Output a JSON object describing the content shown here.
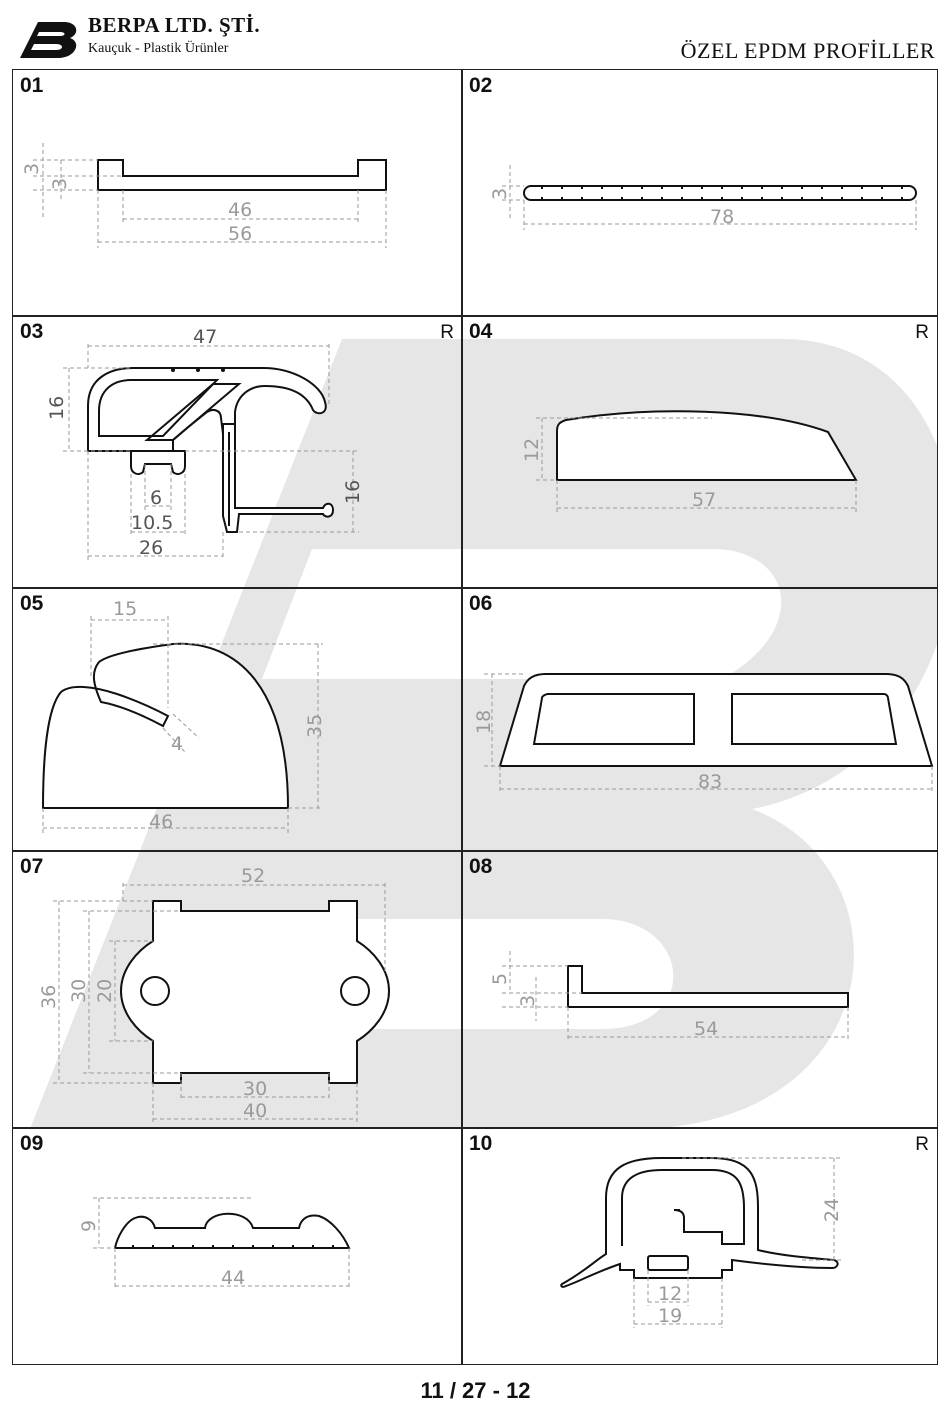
{
  "header": {
    "company_name": "BERPA LTD. ŞTİ.",
    "company_subtitle": "Kauçuk - Plastik Ürünler",
    "catalog_title": "ÖZEL EPDM PROFİLLER"
  },
  "profiles": [
    {
      "number": "01",
      "registered": "",
      "dims": [
        "3",
        "3",
        "46",
        "56"
      ]
    },
    {
      "number": "02",
      "registered": "",
      "dims": [
        "3",
        "78"
      ]
    },
    {
      "number": "03",
      "registered": "R",
      "dims": [
        "47",
        "16",
        "16",
        "6",
        "10.5",
        "26"
      ]
    },
    {
      "number": "04",
      "registered": "R",
      "dims": [
        "12",
        "57"
      ]
    },
    {
      "number": "05",
      "registered": "",
      "dims": [
        "15",
        "35",
        "4",
        "46"
      ]
    },
    {
      "number": "06",
      "registered": "",
      "dims": [
        "18",
        "83"
      ]
    },
    {
      "number": "07",
      "registered": "",
      "dims": [
        "52",
        "36",
        "30",
        "20",
        "30",
        "40"
      ]
    },
    {
      "number": "08",
      "registered": "",
      "dims": [
        "5",
        "3",
        "54"
      ]
    },
    {
      "number": "09",
      "registered": "",
      "dims": [
        "9",
        "44"
      ]
    },
    {
      "number": "10",
      "registered": "R",
      "dims": [
        "24",
        "12",
        "19"
      ]
    }
  ],
  "page_number": "11 / 27 - 12"
}
